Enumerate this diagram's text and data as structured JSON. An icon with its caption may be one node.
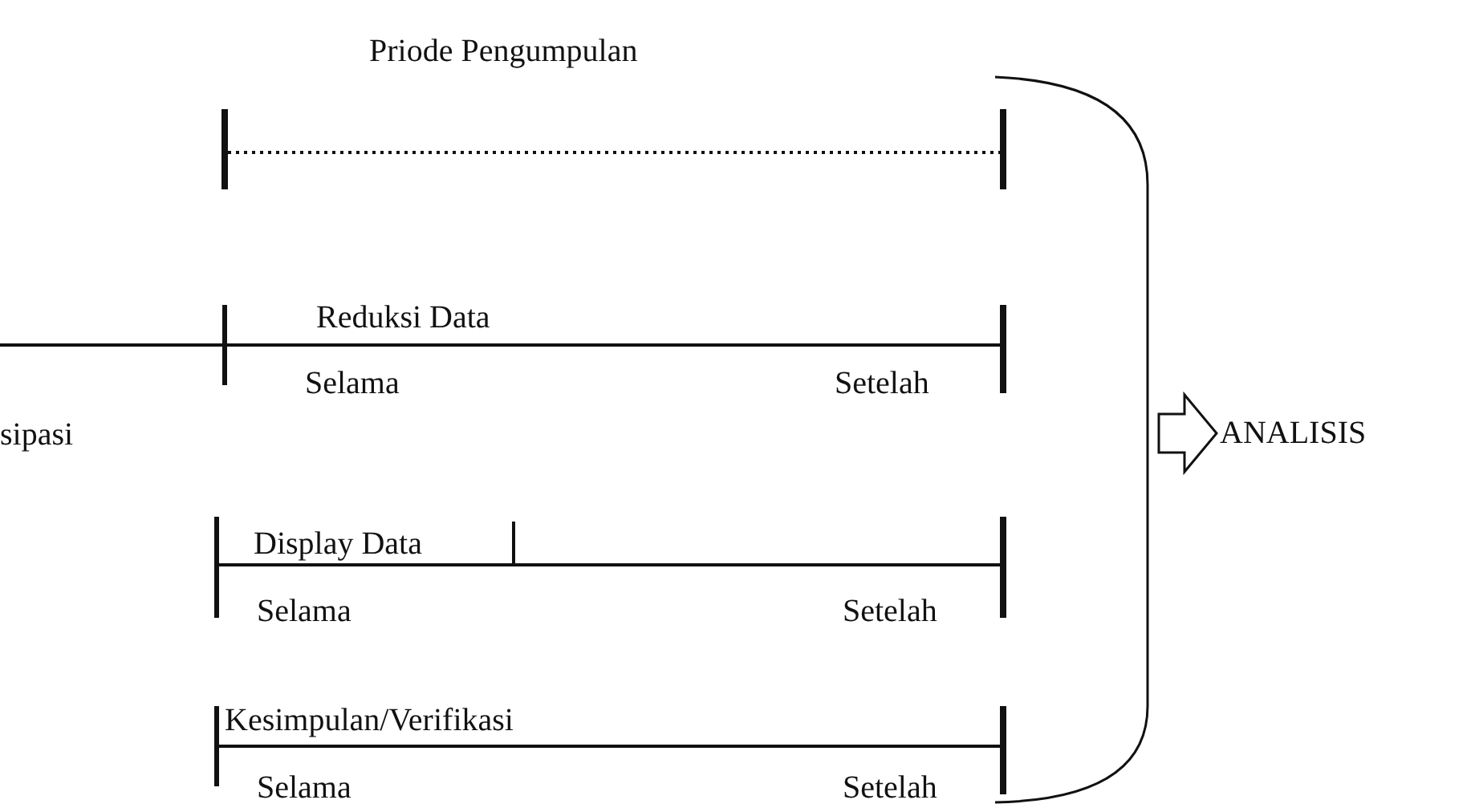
{
  "diagram": {
    "title": "Priode Pengumpulan",
    "nodes": [
      {
        "text": [],
        "shape": "brace"
      },
      {
        "text": [
          "ANALISIS"
        ]
      }
    ],
    "edges": [
      {
        "from": 0,
        "to": 1,
        "arrow": "to"
      }
    ],
    "labels": [
      "Reduksi Data",
      "Selama",
      "Setelah",
      "sipasi",
      "Display Data",
      "Selama",
      "Setelah",
      "Kesimpulan/Verifikasi",
      "Selama",
      "Setelah"
    ]
  }
}
